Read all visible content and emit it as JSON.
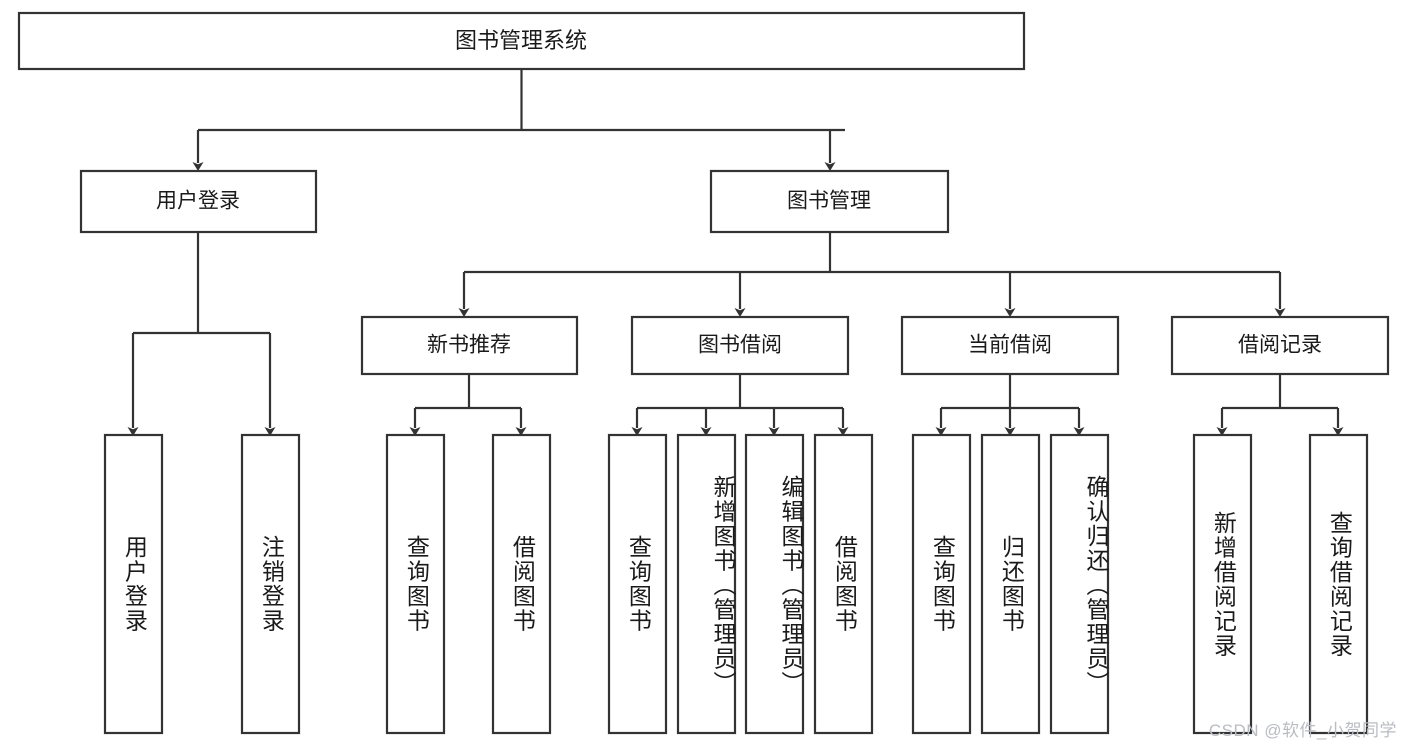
{
  "diagram": {
    "type": "hierarchical-tree",
    "title": "图书管理系统",
    "watermark": "CSDN @软件_小贺同学",
    "colors": {
      "background": "#ffffff",
      "box_fill": "#ffffff",
      "box_stroke": "#333333",
      "text": "#1a1a1a",
      "watermark": "#b9bcc2"
    },
    "levels": {
      "level1": [
        {
          "id": "root",
          "label": "图书管理系统"
        }
      ],
      "level2": [
        {
          "id": "user-login",
          "label": "用户登录",
          "parent": "root"
        },
        {
          "id": "book-mgmt",
          "label": "图书管理",
          "parent": "root"
        }
      ],
      "level3": [
        {
          "id": "new-book-rec",
          "label": "新书推荐",
          "parent": "book-mgmt"
        },
        {
          "id": "book-borrow",
          "label": "图书借阅",
          "parent": "book-mgmt"
        },
        {
          "id": "current-borrow",
          "label": "当前借阅",
          "parent": "book-mgmt"
        },
        {
          "id": "borrow-record",
          "label": "借阅记录",
          "parent": "book-mgmt"
        }
      ],
      "level4": [
        {
          "id": "leaf-user-login",
          "label": "用户登录",
          "parent": "user-login"
        },
        {
          "id": "leaf-logout",
          "label": "注销登录",
          "parent": "user-login"
        },
        {
          "id": "leaf-query-book-1",
          "label": "查询图书",
          "parent": "new-book-rec"
        },
        {
          "id": "leaf-borrow-book-1",
          "label": "借阅图书",
          "parent": "new-book-rec"
        },
        {
          "id": "leaf-query-book-2",
          "label": "查询图书",
          "parent": "book-borrow"
        },
        {
          "id": "leaf-add-book",
          "label": "新增图书（管理员）",
          "parent": "book-borrow"
        },
        {
          "id": "leaf-edit-book",
          "label": "编辑图书（管理员）",
          "parent": "book-borrow"
        },
        {
          "id": "leaf-borrow-book-2",
          "label": "借阅图书",
          "parent": "book-borrow"
        },
        {
          "id": "leaf-query-book-3",
          "label": "查询图书",
          "parent": "current-borrow"
        },
        {
          "id": "leaf-return-book",
          "label": "归还图书",
          "parent": "current-borrow"
        },
        {
          "id": "leaf-confirm-return",
          "label": "确认归还（管理员）",
          "parent": "current-borrow"
        },
        {
          "id": "leaf-add-record",
          "label": "新增借阅记录",
          "parent": "borrow-record"
        },
        {
          "id": "leaf-query-record",
          "label": "查询借阅记录",
          "parent": "borrow-record"
        }
      ]
    }
  }
}
